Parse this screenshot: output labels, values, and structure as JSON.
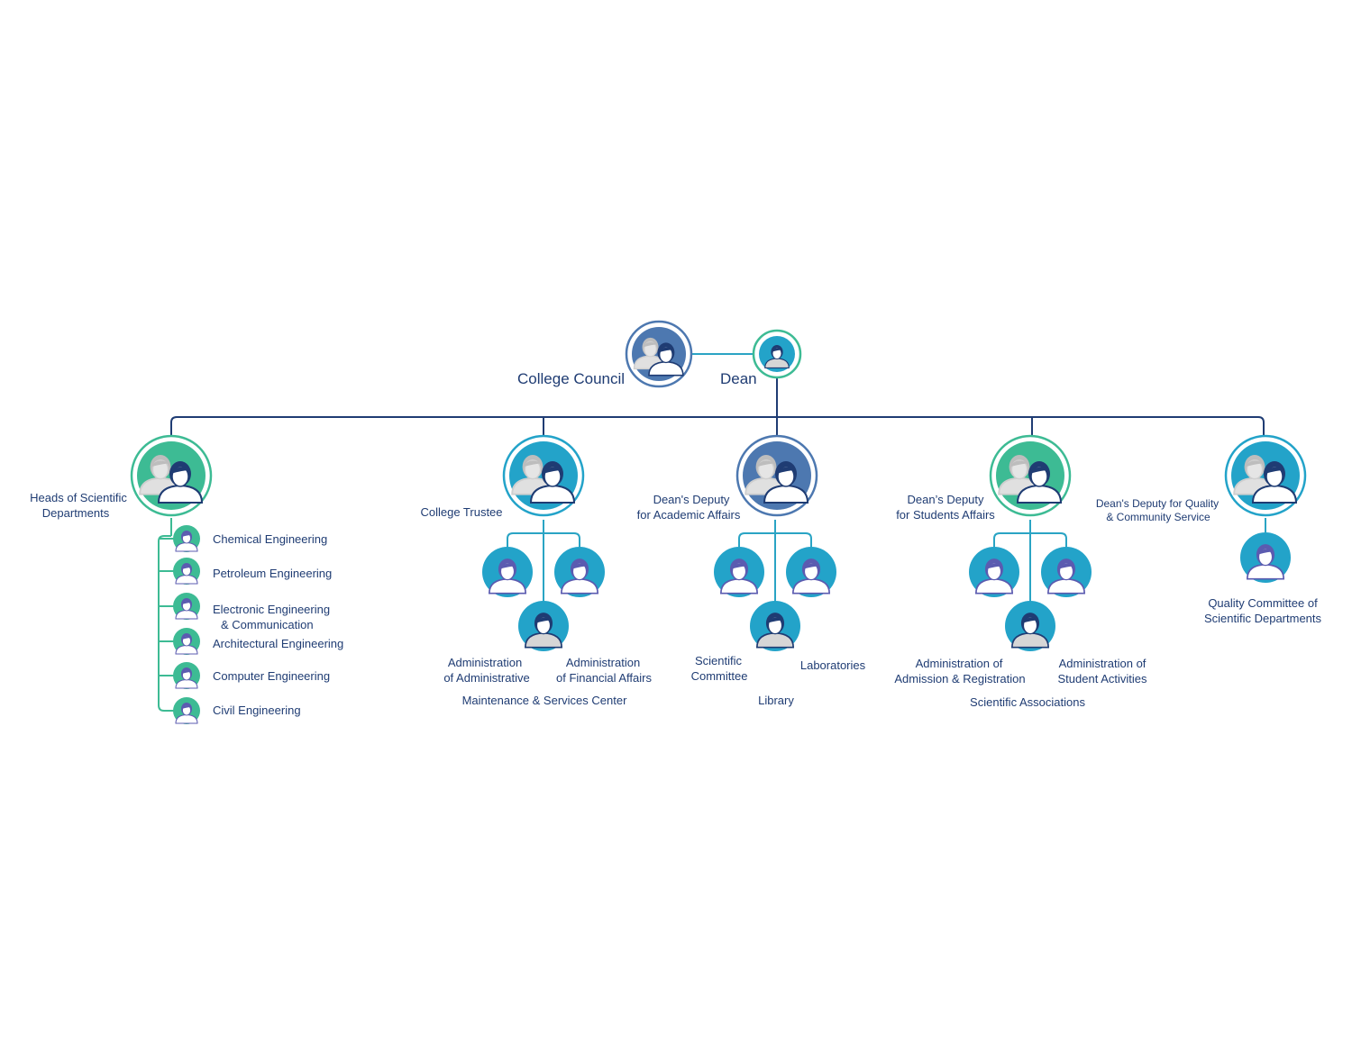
{
  "colors": {
    "line_dark": "#1f3c73",
    "line_teal": "#2aa4c4",
    "line_green": "#3dbb94",
    "blue_fill": "#4d78b0",
    "teal_fill": "#23a3c9",
    "green_fill": "#3dbb94",
    "purple_fill": "#5b5bb0",
    "text": "#1f3c73"
  },
  "top": {
    "college_council": "College Council",
    "dean": "Dean"
  },
  "branches": {
    "heads": {
      "title_line1": "Heads of Scientific",
      "title_line2": "Departments",
      "departments": [
        "Chemical Engineering",
        "Petroleum Engineering",
        "Electronic Engineering",
        "& Communication",
        "Architectural Engineering",
        "Computer  Engineering",
        "Civil Engineering"
      ]
    },
    "trustee": {
      "title": "College Trustee",
      "admin_left_line1": "Administration",
      "admin_left_line2": "of Administrative",
      "admin_right_line1": "Administration",
      "admin_right_line2": "of Financial Affairs",
      "bottom": "Maintenance  & Services Center"
    },
    "academic": {
      "title_line1": "Dean's Deputy",
      "title_line2": "for Academic Affairs",
      "left_line1": "Scientific",
      "left_line2": "Committee",
      "right": "Laboratories",
      "bottom": "Library"
    },
    "students": {
      "title_line1": "Dean’s Deputy",
      "title_line2": "for Students Affairs",
      "left_line1": "Administration of",
      "left_line2": "Admission & Registration",
      "right_line1": "Administration of",
      "right_line2": "Student Activities",
      "bottom": "Scientific  Associations"
    },
    "quality": {
      "title_line1": "Dean's Deputy for Quality",
      "title_line2": "& Community Service",
      "child_line1": "Quality Committee of",
      "child_line2": "Scientific Departments"
    }
  }
}
